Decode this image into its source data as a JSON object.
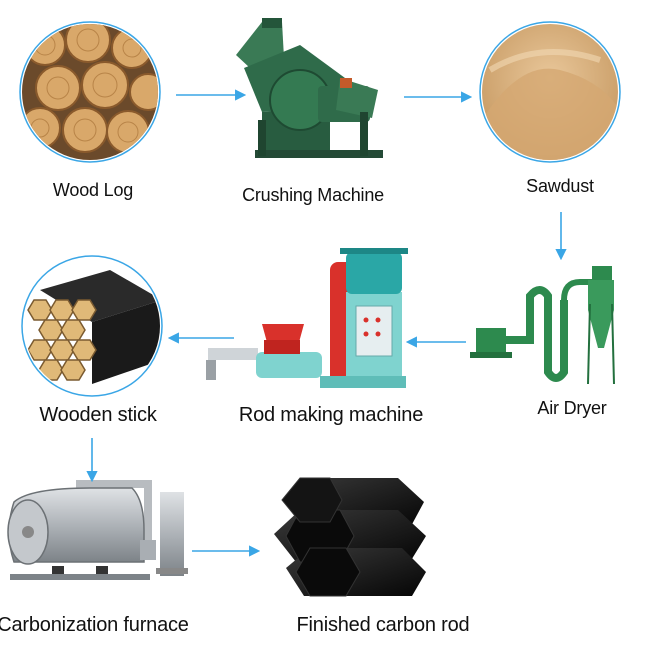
{
  "steps": {
    "wood_log": "Wood Log",
    "crushing_machine": "Crushing Machine",
    "sawdust": "Sawdust",
    "air_dryer": "Air Dryer",
    "rod_making_machine": "Rod making machine",
    "wooden_stick": "Wooden stick",
    "carbonization_furnace": "Carbonization furnace",
    "finished_carbon_rod": "Finished carbon rod"
  },
  "colors": {
    "arrow": "#3aa6e6",
    "circle_ring": "#3aa6e6",
    "machine_green": "#2f6b4a",
    "dryer_green": "#2d8a4e",
    "rod_machine_teal": "#7fd3cf",
    "motor_teal": "#2aa7a6",
    "hopper_red": "#d9312b",
    "furnace_steel": "#b8bcc0",
    "charcoal": "#111111"
  }
}
